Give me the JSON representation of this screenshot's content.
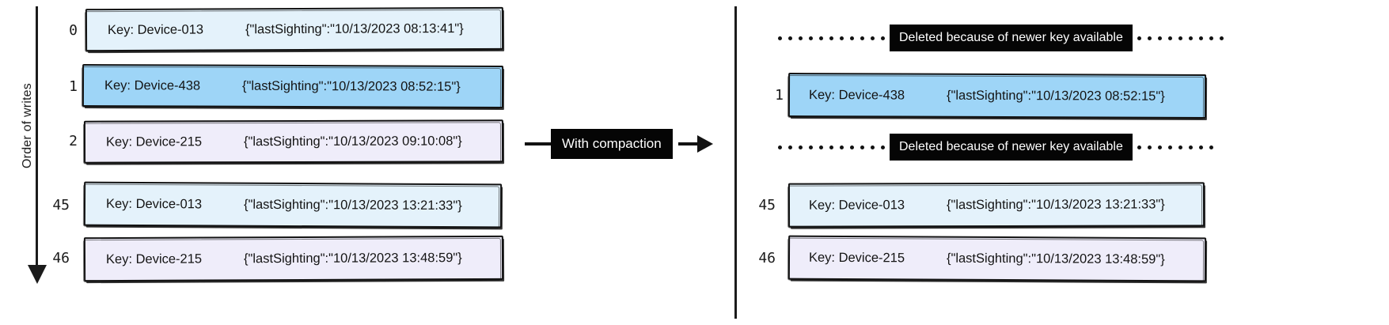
{
  "diagram": {
    "title_left_axis": "Order of writes",
    "transition": {
      "label": "With compaction",
      "arrow_icon": "right-arrow-icon"
    },
    "colors": {
      "fill_light_blue": "#e4f2fb",
      "fill_blue": "#9ed5f7",
      "fill_lavender": "#efedfa",
      "stroke": "#121212",
      "pill_background": "#050505",
      "pill_text": "#ffffff"
    }
  },
  "left_panel": {
    "records": [
      {
        "index": "0",
        "key": "Key: Device-013",
        "value": "{\"lastSighting\":\"10/13/2023 08:13:41\"}",
        "fill": "light_blue"
      },
      {
        "index": "1",
        "key": "Key: Device-438",
        "value": "{\"lastSighting\":\"10/13/2023 08:52:15\"}",
        "fill": "blue"
      },
      {
        "index": "2",
        "key": "Key: Device-215",
        "value": "{\"lastSighting\":\"10/13/2023 09:10:08\"}",
        "fill": "lavender"
      },
      {
        "index": "45",
        "key": "Key: Device-013",
        "value": "{\"lastSighting\":\"10/13/2023 13:21:33\"}",
        "fill": "light_blue"
      },
      {
        "index": "46",
        "key": "Key: Device-215",
        "value": "{\"lastSighting\":\"10/13/2023 13:48:59\"}",
        "fill": "lavender"
      }
    ]
  },
  "right_panel": {
    "deleted_note_text": "Deleted because of newer key available",
    "rows": [
      {
        "type": "deleted",
        "note": "Deleted because of newer key available"
      },
      {
        "type": "record",
        "index": "1",
        "key": "Key: Device-438",
        "value": "{\"lastSighting\":\"10/13/2023 08:52:15\"}",
        "fill": "blue"
      },
      {
        "type": "deleted",
        "note": "Deleted because of newer key available"
      },
      {
        "type": "record",
        "index": "45",
        "key": "Key: Device-013",
        "value": "{\"lastSighting\":\"10/13/2023 13:21:33\"}",
        "fill": "light_blue"
      },
      {
        "type": "record",
        "index": "46",
        "key": "Key: Device-215",
        "value": "{\"lastSighting\":\"10/13/2023 13:48:59\"}",
        "fill": "lavender"
      }
    ]
  }
}
